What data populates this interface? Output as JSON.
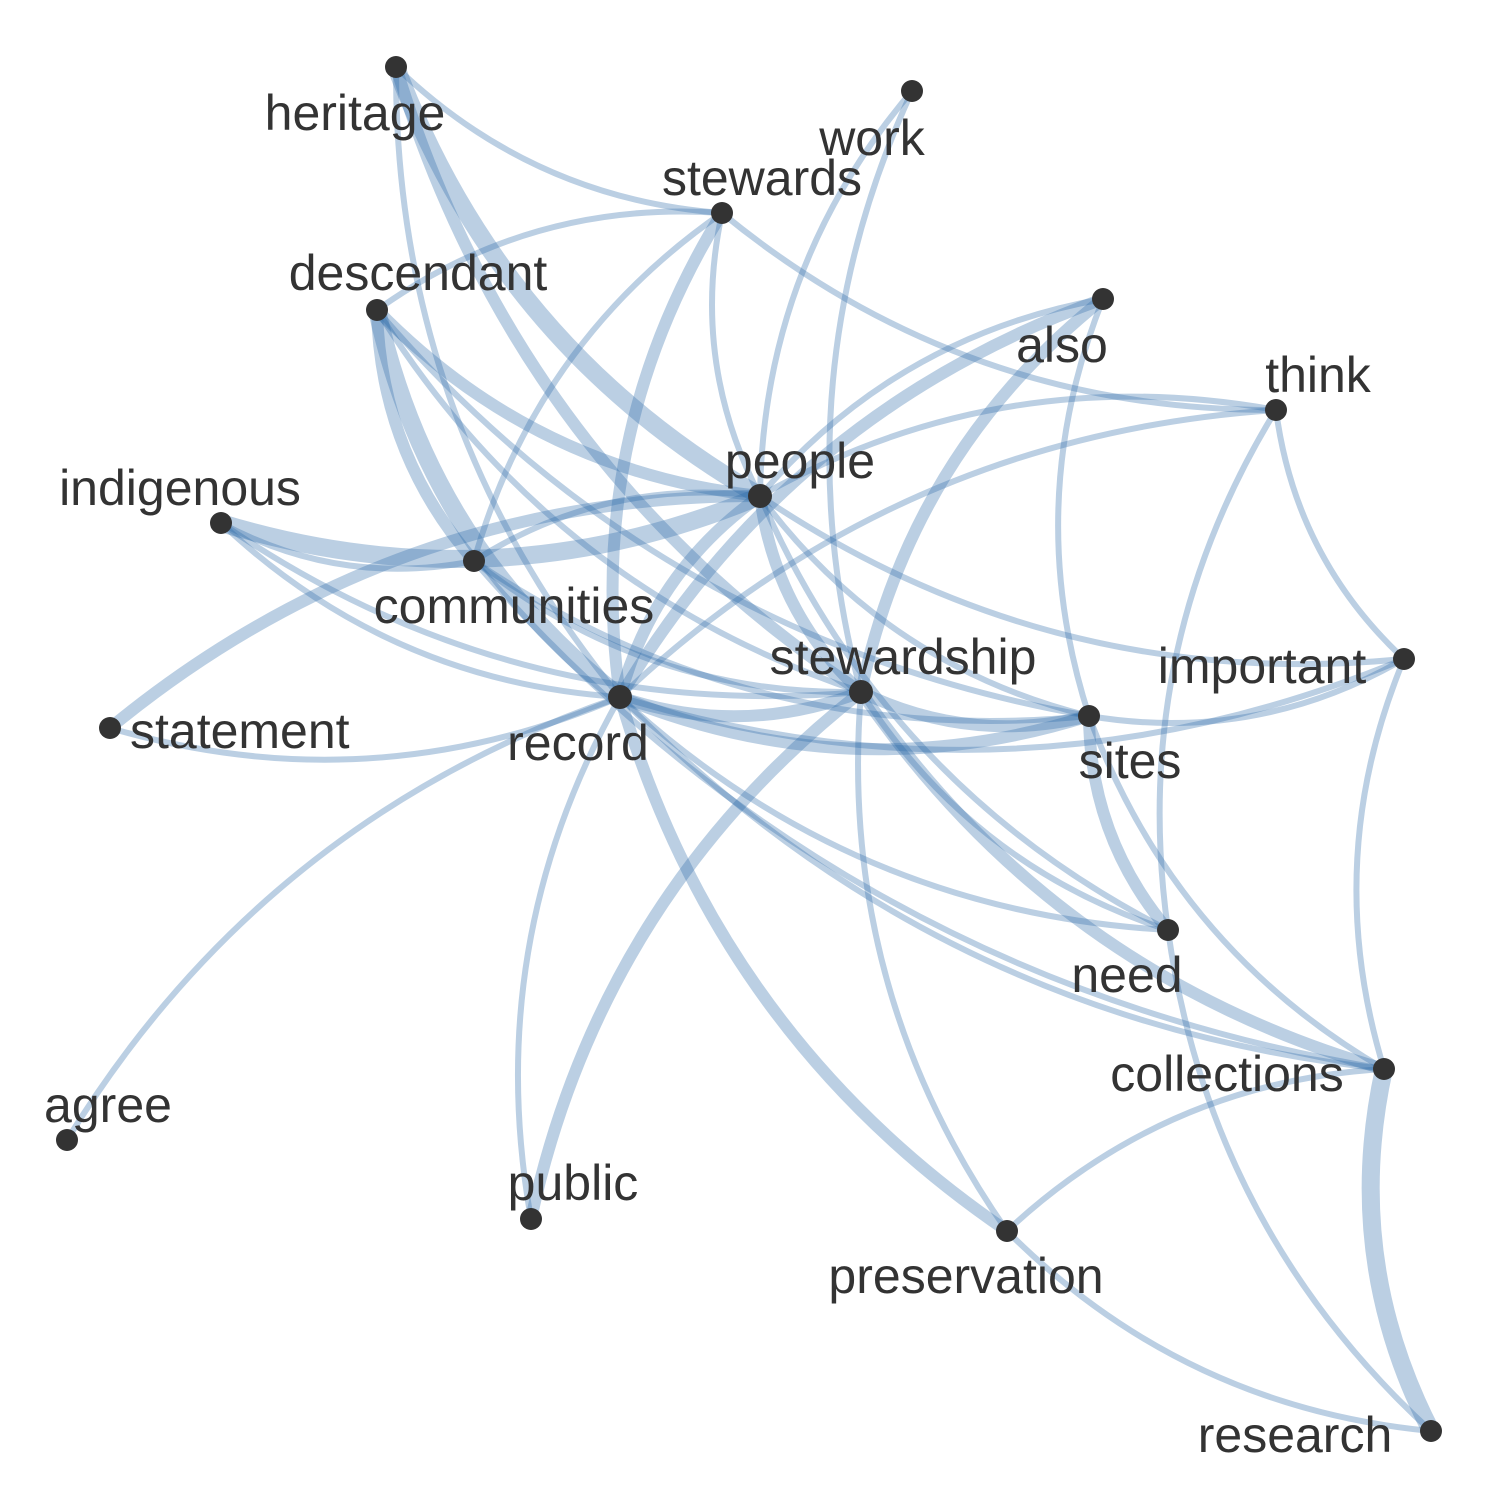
{
  "graph": {
    "nodes": [
      {
        "id": "heritage",
        "label": "heritage"
      },
      {
        "id": "work",
        "label": "work"
      },
      {
        "id": "stewards",
        "label": "stewards"
      },
      {
        "id": "descendant",
        "label": "descendant"
      },
      {
        "id": "also",
        "label": "also"
      },
      {
        "id": "think",
        "label": "think"
      },
      {
        "id": "indigenous",
        "label": "indigenous"
      },
      {
        "id": "people",
        "label": "people"
      },
      {
        "id": "communities",
        "label": "communities"
      },
      {
        "id": "statement",
        "label": "statement"
      },
      {
        "id": "record",
        "label": "record"
      },
      {
        "id": "stewardship",
        "label": "stewardship"
      },
      {
        "id": "important",
        "label": "important"
      },
      {
        "id": "sites",
        "label": "sites"
      },
      {
        "id": "need",
        "label": "need"
      },
      {
        "id": "collections",
        "label": "collections"
      },
      {
        "id": "agree",
        "label": "agree"
      },
      {
        "id": "public",
        "label": "public"
      },
      {
        "id": "preservation",
        "label": "preservation"
      },
      {
        "id": "research",
        "label": "research"
      }
    ],
    "edges": [
      {
        "source": "heritage",
        "target": "stewards",
        "weight": 1
      },
      {
        "source": "heritage",
        "target": "people",
        "weight": 3
      },
      {
        "source": "heritage",
        "target": "record",
        "weight": 1
      },
      {
        "source": "heritage",
        "target": "stewardship",
        "weight": 2
      },
      {
        "source": "work",
        "target": "people",
        "weight": 1
      },
      {
        "source": "work",
        "target": "stewardship",
        "weight": 1
      },
      {
        "source": "stewards",
        "target": "descendant",
        "weight": 1
      },
      {
        "source": "stewards",
        "target": "think",
        "weight": 1
      },
      {
        "source": "stewards",
        "target": "people",
        "weight": 1
      },
      {
        "source": "stewards",
        "target": "record",
        "weight": 2
      },
      {
        "source": "stewards",
        "target": "communities",
        "weight": 1
      },
      {
        "source": "descendant",
        "target": "people",
        "weight": 2
      },
      {
        "source": "descendant",
        "target": "record",
        "weight": 3
      },
      {
        "source": "descendant",
        "target": "communities",
        "weight": 2
      },
      {
        "source": "descendant",
        "target": "stewardship",
        "weight": 1
      },
      {
        "source": "descendant",
        "target": "sites",
        "weight": 1
      },
      {
        "source": "indigenous",
        "target": "people",
        "weight": 3
      },
      {
        "source": "indigenous",
        "target": "communities",
        "weight": 1
      },
      {
        "source": "indigenous",
        "target": "stewardship",
        "weight": 1
      },
      {
        "source": "indigenous",
        "target": "record",
        "weight": 1
      },
      {
        "source": "also",
        "target": "record",
        "weight": 2
      },
      {
        "source": "also",
        "target": "stewardship",
        "weight": 2
      },
      {
        "source": "also",
        "target": "people",
        "weight": 1
      },
      {
        "source": "also",
        "target": "sites",
        "weight": 1
      },
      {
        "source": "think",
        "target": "people",
        "weight": 1
      },
      {
        "source": "think",
        "target": "record",
        "weight": 1
      },
      {
        "source": "think",
        "target": "need",
        "weight": 1
      },
      {
        "source": "think",
        "target": "important",
        "weight": 1
      },
      {
        "source": "people",
        "target": "communities",
        "weight": 1
      },
      {
        "source": "people",
        "target": "statement",
        "weight": 2
      },
      {
        "source": "people",
        "target": "record",
        "weight": 2
      },
      {
        "source": "people",
        "target": "stewardship",
        "weight": 2
      },
      {
        "source": "people",
        "target": "sites",
        "weight": 1
      },
      {
        "source": "people",
        "target": "important",
        "weight": 1
      },
      {
        "source": "people",
        "target": "need",
        "weight": 1
      },
      {
        "source": "communities",
        "target": "sites",
        "weight": 1
      },
      {
        "source": "communities",
        "target": "collections",
        "weight": 1
      },
      {
        "source": "communities",
        "target": "stewardship",
        "weight": 1
      },
      {
        "source": "statement",
        "target": "record",
        "weight": 1
      },
      {
        "source": "record",
        "target": "stewardship",
        "weight": 2
      },
      {
        "source": "record",
        "target": "sites",
        "weight": 2
      },
      {
        "source": "record",
        "target": "important",
        "weight": 1
      },
      {
        "source": "record",
        "target": "agree",
        "weight": 1
      },
      {
        "source": "record",
        "target": "public",
        "weight": 1
      },
      {
        "source": "record",
        "target": "preservation",
        "weight": 2
      },
      {
        "source": "record",
        "target": "need",
        "weight": 1
      },
      {
        "source": "record",
        "target": "collections",
        "weight": 1
      },
      {
        "source": "stewardship",
        "target": "sites",
        "weight": 2
      },
      {
        "source": "stewardship",
        "target": "public",
        "weight": 2
      },
      {
        "source": "stewardship",
        "target": "preservation",
        "weight": 1
      },
      {
        "source": "stewardship",
        "target": "collections",
        "weight": 2
      },
      {
        "source": "stewardship",
        "target": "need",
        "weight": 1
      },
      {
        "source": "sites",
        "target": "need",
        "weight": 2
      },
      {
        "source": "sites",
        "target": "collections",
        "weight": 1
      },
      {
        "source": "sites",
        "target": "important",
        "weight": 1
      },
      {
        "source": "important",
        "target": "collections",
        "weight": 1
      },
      {
        "source": "need",
        "target": "research",
        "weight": 1
      },
      {
        "source": "collections",
        "target": "preservation",
        "weight": 1
      },
      {
        "source": "collections",
        "target": "research",
        "weight": 3
      },
      {
        "source": "preservation",
        "target": "research",
        "weight": 1
      }
    ]
  }
}
